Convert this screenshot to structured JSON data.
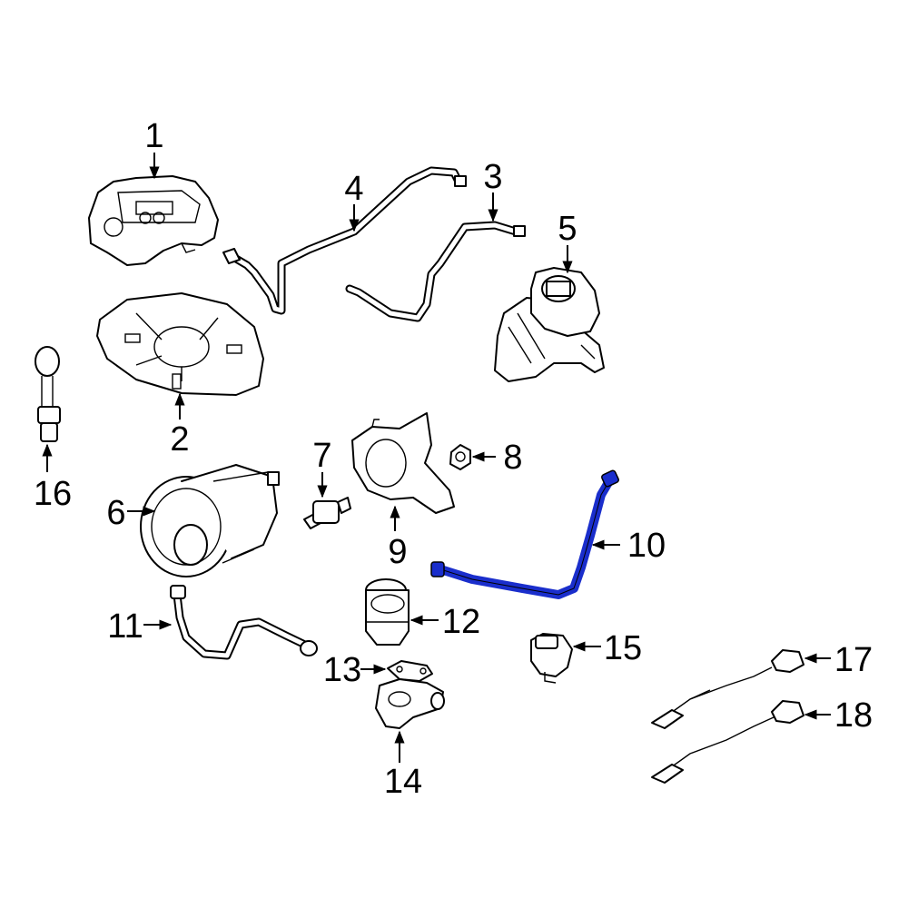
{
  "diagram": {
    "highlight_color": "#1a2ecc",
    "highlighted_part": "10",
    "callouts": {
      "p1": "1",
      "p2": "2",
      "p3": "3",
      "p4": "4",
      "p5": "5",
      "p6": "6",
      "p7": "7",
      "p8": "8",
      "p9": "9",
      "p10": "10",
      "p11": "11",
      "p12": "12",
      "p13": "13",
      "p14": "14",
      "p15": "15",
      "p16": "16",
      "p17": "17",
      "p18": "18"
    }
  }
}
